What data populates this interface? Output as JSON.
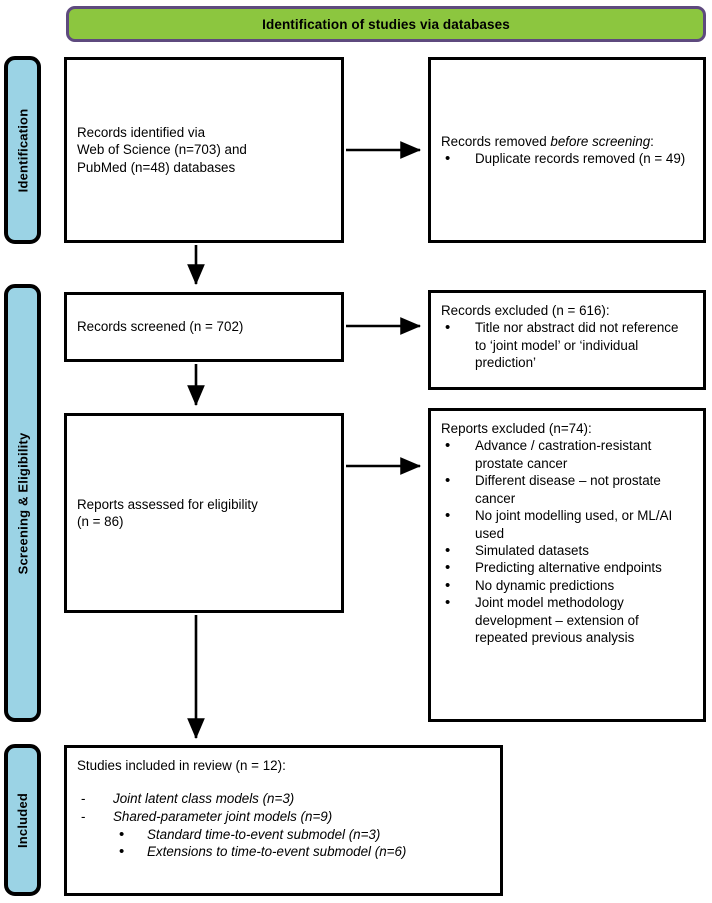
{
  "diagram": {
    "title": "Identification of studies via databases",
    "type": "PRISMA flow diagram",
    "colors": {
      "banner_fill": "#8CC63F",
      "banner_border": "#5E4A7E",
      "stage_fill": "#9BD3E5",
      "stage_border": "#000000",
      "box_border": "#000000",
      "box_fill": "#FFFFFF",
      "arrow": "#000000"
    }
  },
  "stages": [
    {
      "label": "Identification"
    },
    {
      "label": "Screening & Eligibility"
    },
    {
      "label": "Included"
    }
  ],
  "boxes": {
    "identified": {
      "line1": "Records identified via",
      "line2": "Web of Science (n=703) and",
      "line3": "PubMed (n=48) databases"
    },
    "removed": {
      "heading_pre": "Records removed ",
      "heading_italic": "before screening",
      "heading_post": ":",
      "bullets": [
        "Duplicate records removed (n = 49)"
      ]
    },
    "screened": {
      "line1": "Records screened (n = 702)"
    },
    "records_excluded": {
      "heading": "Records excluded (n = 616):",
      "bullets": [
        "Title nor abstract did not reference to ‘joint model’ or ‘individual prediction’"
      ]
    },
    "assessed": {
      "line1": "Reports assessed for eligibility",
      "line2": "(n = 86)"
    },
    "reports_excluded": {
      "heading": "Reports excluded (n=74):",
      "bullets": [
        "Advance / castration-resistant prostate cancer",
        "Different disease – not prostate cancer",
        "No joint modelling used, or ML/AI used",
        "Simulated datasets",
        "Predicting alternative endpoints",
        "No dynamic predictions",
        "Joint model methodology development – extension of repeated previous analysis"
      ]
    },
    "included": {
      "heading": "Studies included in review (n = 12):",
      "dashes": [
        "Joint latent class models (n=3)",
        "Shared-parameter joint models (n=9)"
      ],
      "subdots": [
        "Standard time-to-event submodel (n=3)",
        "Extensions to time-to-event submodel (n=6)"
      ]
    }
  }
}
